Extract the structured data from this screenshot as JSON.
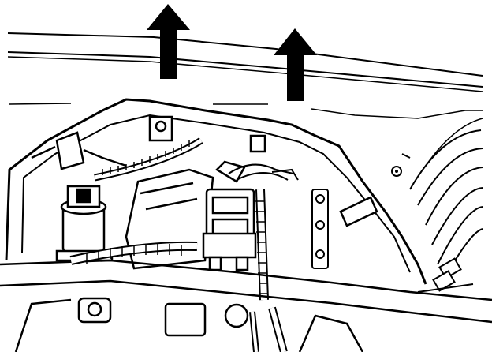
{
  "diagram": {
    "type": "line-art-illustration",
    "subject": "engine-compartment-component-removal",
    "line_color": "#000000",
    "background_color": "#ffffff",
    "arrows": [
      {
        "name": "removal-arrow-left",
        "direction": "up"
      },
      {
        "name": "removal-arrow-right",
        "direction": "up"
      }
    ]
  }
}
